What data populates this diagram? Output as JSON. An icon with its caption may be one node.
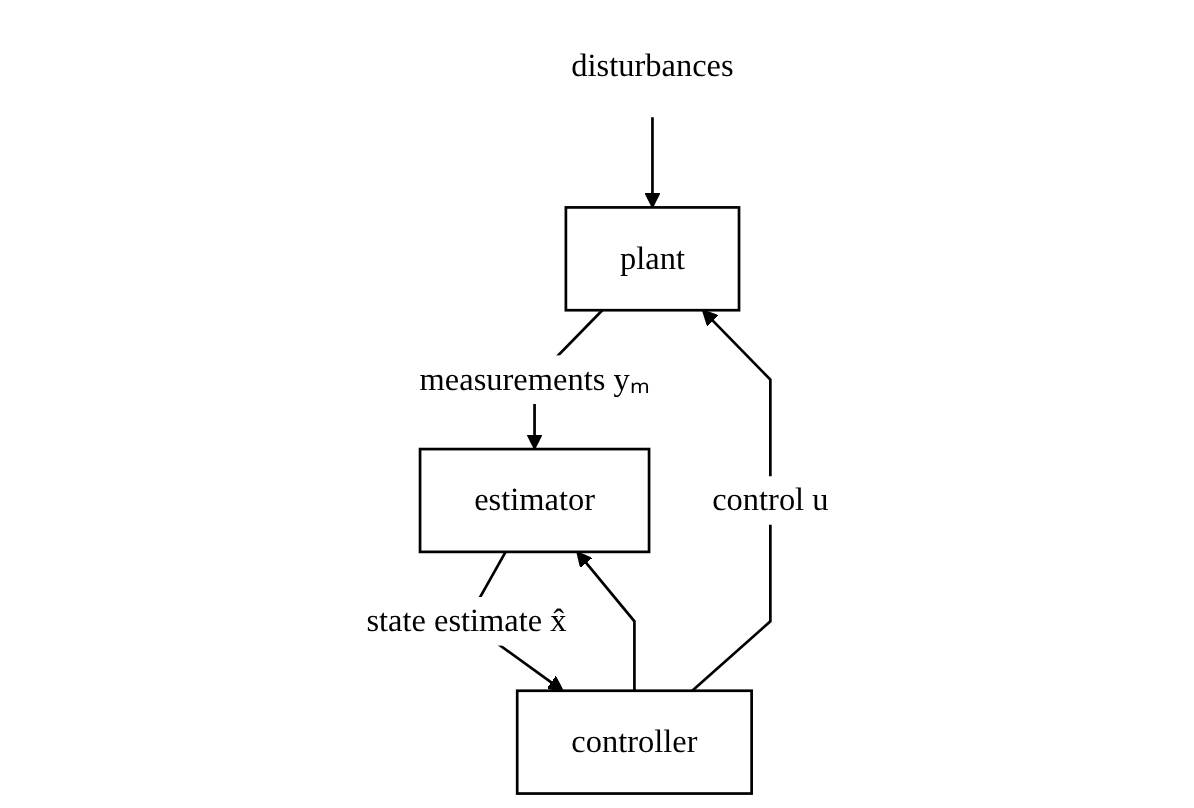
{
  "diagram": {
    "nodes": [
      {
        "text": [
          "plant"
        ]
      },
      {
        "text": [
          "estimator"
        ]
      },
      {
        "text": [
          "controller"
        ]
      },
      {
        "text": [
          "disturbances"
        ]
      }
    ],
    "edges": [
      {
        "from": 3,
        "to": 0,
        "arrow": "to"
      },
      {
        "from": 0,
        "to": 1,
        "arrow": "to",
        "label": "measurements yₘ"
      },
      {
        "from": 1,
        "to": 2,
        "arrow": "to",
        "label": "state estimate x̂"
      },
      {
        "from": 2,
        "to": 0,
        "arrow": "to",
        "label": "control u"
      },
      {
        "from": 2,
        "to": 1,
        "arrow": "to"
      }
    ]
  }
}
